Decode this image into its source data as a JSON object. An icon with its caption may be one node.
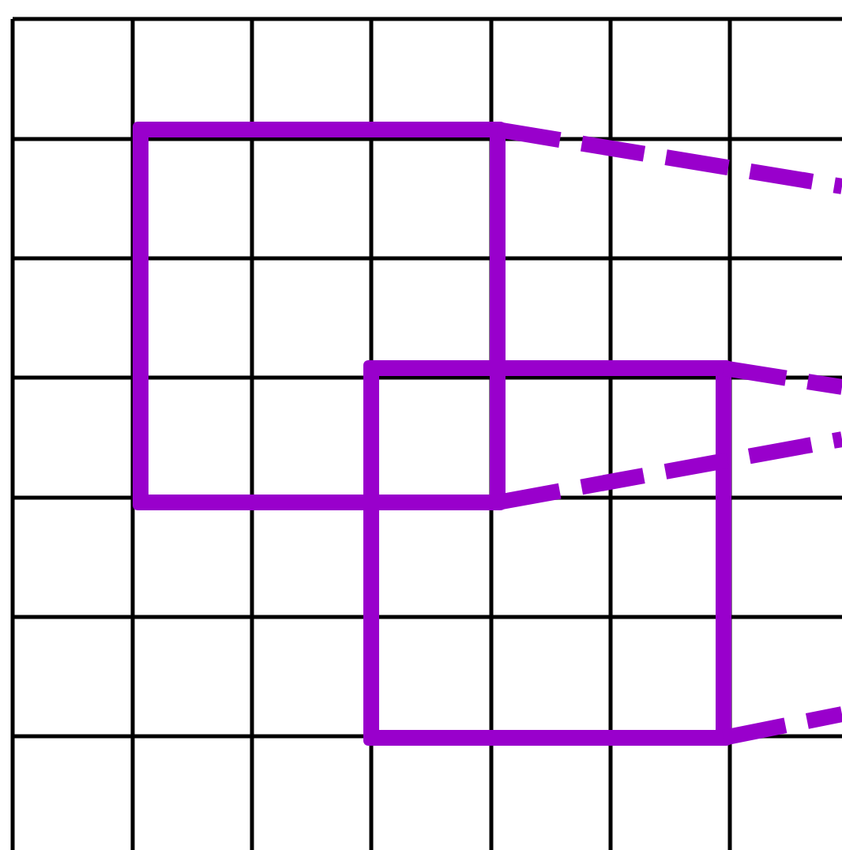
{
  "diagram": {
    "nodes": [
      {
        "text": [],
        "shape": "box"
      },
      {
        "text": [],
        "shape": "box"
      }
    ],
    "edges": [
      {
        "from": 0,
        "to": null,
        "arrow": "none",
        "style": "dashed"
      },
      {
        "from": 1,
        "to": null,
        "arrow": "none",
        "style": "dashed"
      },
      {
        "from": 0,
        "to": null,
        "arrow": "none",
        "style": "dashed"
      },
      {
        "from": 1,
        "to": null,
        "arrow": "none",
        "style": "dashed"
      }
    ]
  }
}
